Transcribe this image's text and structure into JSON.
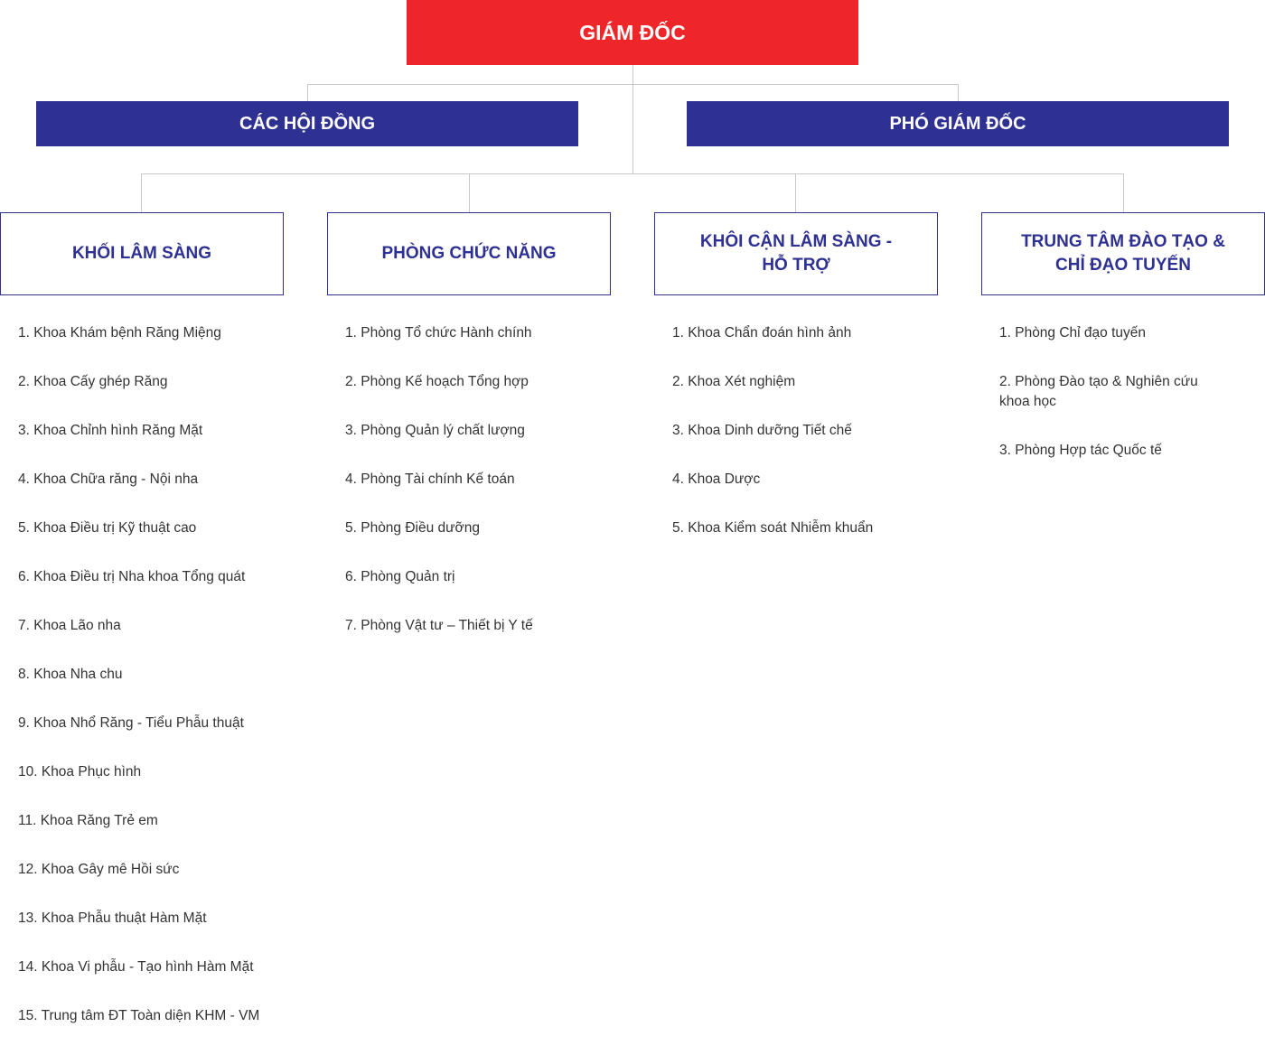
{
  "director": {
    "label": "GIÁM ĐỐC"
  },
  "councils": {
    "label": "CÁC HỘI ĐỒNG"
  },
  "deputy": {
    "label": "PHÓ GIÁM ĐỐC"
  },
  "columns": [
    {
      "title": [
        "KHỐI LÂM SÀNG"
      ],
      "items": [
        "1. Khoa Khám bệnh Răng Miệng",
        "2. Khoa Cấy ghép Răng",
        "3. Khoa Chỉnh hình Răng Mặt",
        "4. Khoa Chữa răng - Nội nha",
        "5. Khoa Điều trị Kỹ thuật cao",
        "6. Khoa Điều trị Nha khoa Tổng quát",
        "7. Khoa Lão nha",
        "8. Khoa Nha chu",
        "9. Khoa Nhổ Răng - Tiểu Phẫu thuật",
        "10. Khoa Phục hình",
        "11. Khoa Răng Trẻ em",
        "12. Khoa Gây mê Hồi sức",
        "13. Khoa Phẫu thuật Hàm Mặt",
        "14. Khoa Vi phẫu - Tạo hình Hàm Mặt",
        "15. Trung tâm ĐT Toàn diện KHM - VM"
      ]
    },
    {
      "title": [
        "PHÒNG CHỨC NĂNG"
      ],
      "items": [
        "1. Phòng Tổ chức Hành chính",
        "2. Phòng Kế hoạch Tổng hợp",
        "3. Phòng Quản lý chất lượng",
        "4. Phòng Tài chính Kế toán",
        "5. Phòng Điều dưỡng",
        "6. Phòng Quản trị",
        "7. Phòng Vật tư – Thiết bị Y tế"
      ]
    },
    {
      "title": [
        "KHÔI CẬN LÂM SÀNG -",
        "HỖ TRỢ"
      ],
      "items": [
        "1. Khoa Chẩn đoán hình ảnh",
        "2. Khoa Xét nghiệm",
        "3. Khoa Dinh dưỡng Tiết chế",
        "4. Khoa Dược",
        "5. Khoa Kiểm soát Nhiễm khuẩn"
      ]
    },
    {
      "title": [
        "TRUNG TÂM ĐÀO TẠO &",
        "CHỈ ĐẠO TUYẾN"
      ],
      "items": [
        "1. Phòng Chỉ đạo tuyến",
        "2. Phòng Đào tạo & Nghiên cứu khoa học",
        "3. Phòng Hợp tác Quốc tế"
      ]
    }
  ],
  "colors": {
    "director_bg": "#ef2629",
    "band_bg": "#2e3192",
    "column_title": "#2e3192",
    "connector": "#c8c8c8",
    "list_text": "#333333"
  }
}
